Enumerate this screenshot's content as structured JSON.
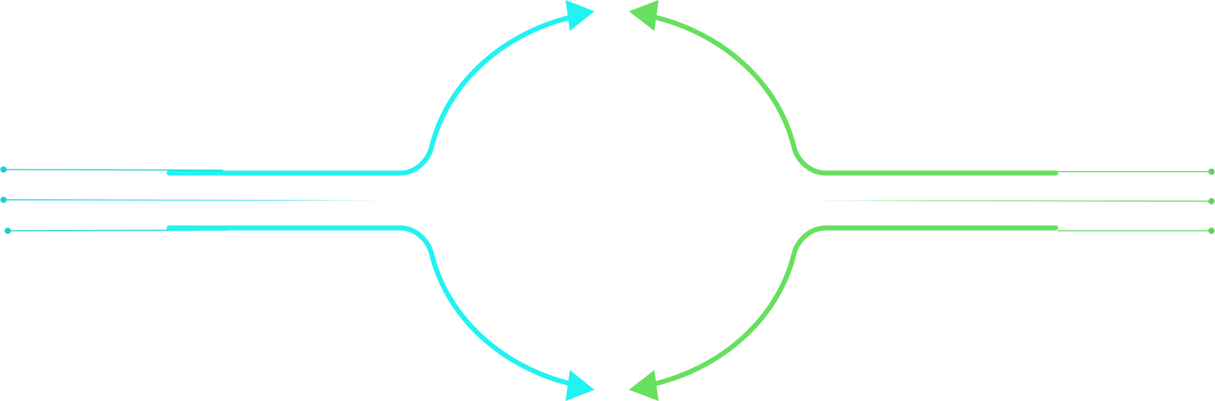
{
  "colors": {
    "background": "#ffffff",
    "left_accent": "#22f2f2",
    "left_line": "#19d0d4",
    "right_accent": "#66e05e",
    "right_line": "#5fd35a"
  },
  "left_group": {
    "arrows": [
      {
        "name": "top-left-arrow",
        "icon": "curved-arrow-up-right"
      },
      {
        "name": "bottom-left-arrow",
        "icon": "curved-arrow-down-right"
      }
    ],
    "lines": [
      {
        "name": "left-line-top"
      },
      {
        "name": "left-line-middle"
      },
      {
        "name": "left-line-bottom"
      }
    ]
  },
  "right_group": {
    "arrows": [
      {
        "name": "top-right-arrow",
        "icon": "curved-arrow-up-left"
      },
      {
        "name": "bottom-right-arrow",
        "icon": "curved-arrow-down-left"
      }
    ],
    "lines": [
      {
        "name": "right-line-top"
      },
      {
        "name": "right-line-middle"
      },
      {
        "name": "right-line-bottom"
      }
    ]
  }
}
